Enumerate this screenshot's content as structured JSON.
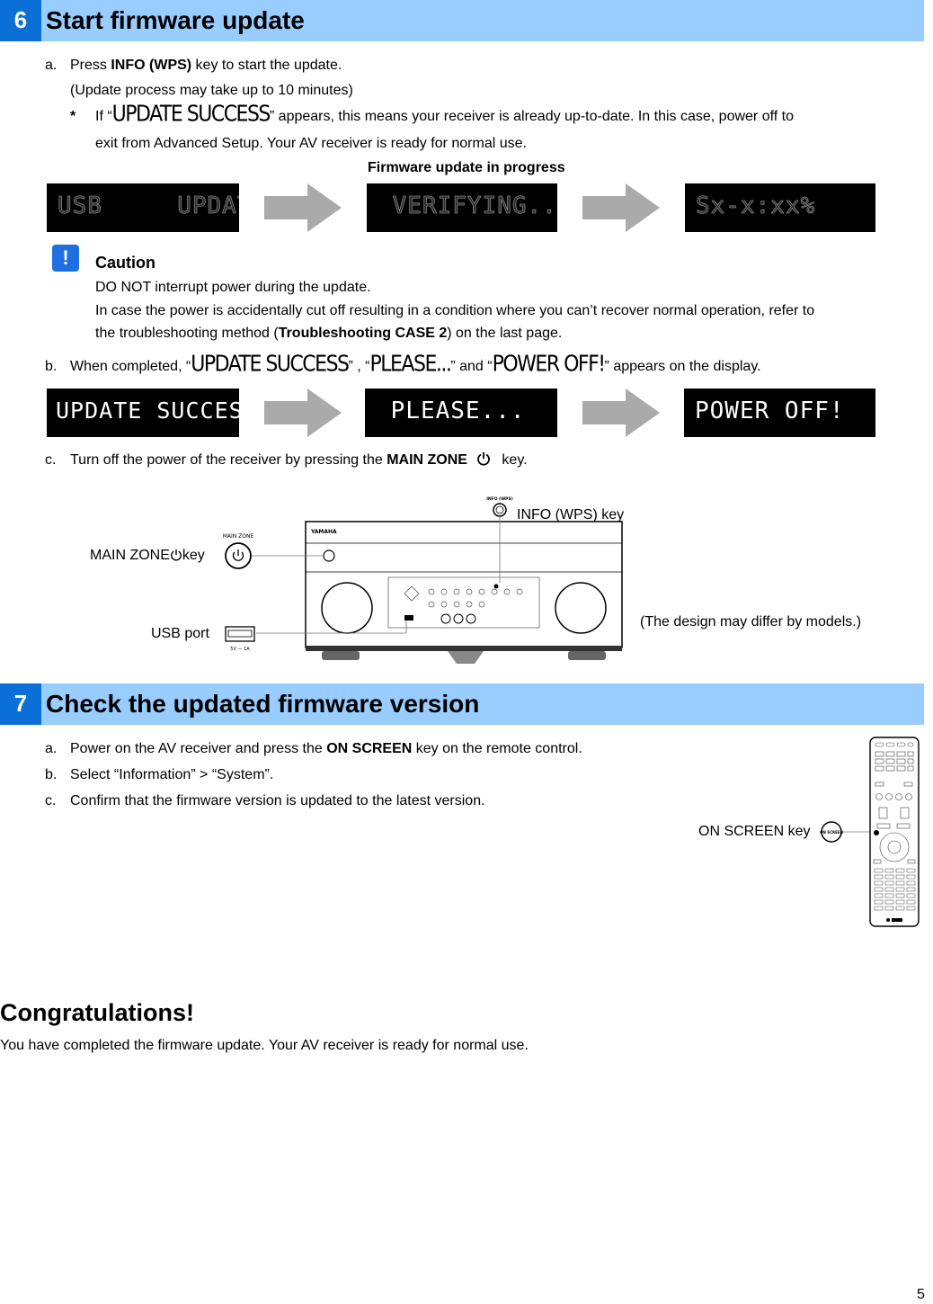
{
  "section6": {
    "number": "6",
    "title": "Start firmware update",
    "step_a": {
      "label": "a.",
      "prefix": "Press ",
      "key": "INFO (WPS)",
      "suffix": " key to start the update.",
      "note": "(Update process may take up to 10 minutes)"
    },
    "note_star": {
      "star": "*",
      "pre": "If “",
      "display_text": "UPDATE SUCCESS",
      "post": "” appears, this means your receiver is already up-to-date. In this case, power off to",
      "line2": "exit from Advanced Setup. Your AV receiver is ready for normal use."
    },
    "progress_caption": "Firmware update in progress",
    "progress_displays": [
      "USB     UPDATE",
      " VERIFYING...",
      "Sx-x:xx%"
    ],
    "caution": {
      "icon": "!",
      "title": "Caution",
      "line1": "DO NOT interrupt power during the update.",
      "line2": "In case the power is accidentally cut off resulting in a condition where you can’t recover normal operation, refer to",
      "line3_pre": "the troubleshooting method (",
      "line3_bold": "Troubleshooting CASE 2",
      "line3_post": ") on the last page."
    },
    "step_b": {
      "label": "b.",
      "pre": "When completed, “",
      "d1": "UPDATE SUCCESS",
      "mid1": "” , “",
      "d2": "PLEASE...",
      "mid2": "” and “",
      "d3": "POWER OFF!",
      "post": "” appears on the display."
    },
    "completion_displays": [
      "UPDATE SUCCESS",
      " PLEASE...",
      "POWER OFF!"
    ],
    "step_c": {
      "label": "c.",
      "pre": "Turn off the power of the receiver by pressing the ",
      "key": "MAIN ZONE",
      "post": " key."
    },
    "figure": {
      "main_zone_label": "MAIN ZONE",
      "main_zone_suffix": "key",
      "usb_label": "USB port",
      "info_label": "INFO (WPS) key",
      "design_note": "(The design may differ by models.)",
      "panel_main_zone": "MAIN ZONE",
      "panel_info": "INFO (WPS)",
      "panel_usb": "5V — 1A",
      "brand": "YAMAHA"
    }
  },
  "section7": {
    "number": "7",
    "title": "Check the updated firmware version",
    "step_a": {
      "label": "a.",
      "pre": "Power on the AV receiver and press the ",
      "key": "ON SCREEN",
      "post": " key on the remote control."
    },
    "step_b": {
      "label": "b.",
      "text": "Select “Information” > “System”."
    },
    "step_c": {
      "label": "c.",
      "text": "Confirm that the firmware version is updated to the latest version."
    },
    "on_screen_label": "ON SCREEN key",
    "remote_key_text": "ON SCREEN"
  },
  "congrats": {
    "title": "Congratulations!",
    "text": "You have completed the firmware update. Your AV receiver is ready for normal use."
  },
  "page_number": "5",
  "colors": {
    "bar": "#99ccff",
    "badge": "#0a6fd6",
    "caution": "#1f6fe0"
  }
}
